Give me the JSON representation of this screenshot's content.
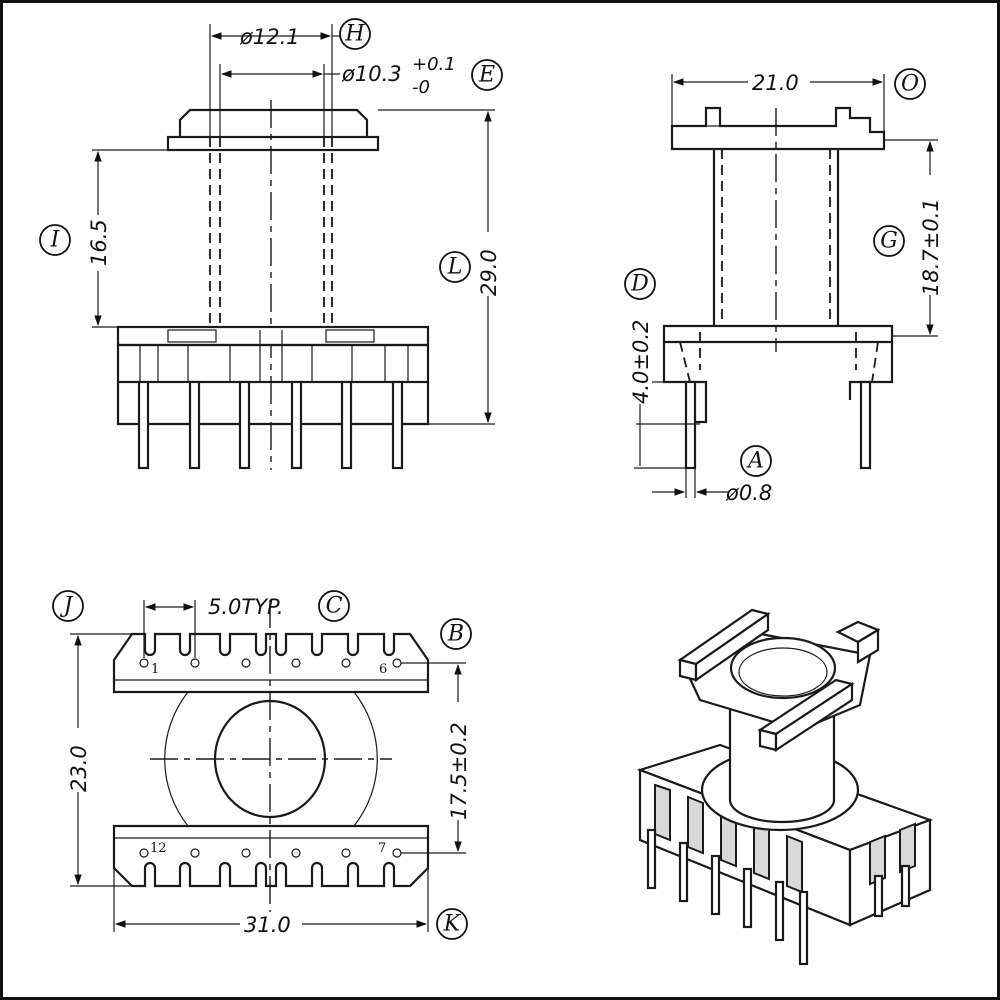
{
  "views": {
    "front": {
      "dims": {
        "flange_dia": "ø12.1",
        "bore_dia": "ø10.3",
        "bore_tol_plus": "+0.1",
        "bore_tol_minus": "-0",
        "winding_height": "16.5",
        "total_height": "29.0"
      },
      "labels": {
        "H": "H",
        "E": "E",
        "I": "I",
        "L": "L"
      }
    },
    "side": {
      "dims": {
        "width": "21.0",
        "bobbin_height": "18.7±0.1",
        "base_height": "4.0±0.2",
        "pin_dia": "ø0.8"
      },
      "labels": {
        "O": "O",
        "G": "G",
        "D": "D",
        "A": "A"
      }
    },
    "bottom": {
      "dims": {
        "pin_pitch": "5.0TYP.",
        "depth": "23.0",
        "row_spacing": "17.5±0.2",
        "length": "31.0"
      },
      "labels": {
        "J": "J",
        "C": "C",
        "B": "B",
        "K": "K"
      },
      "pin_numbers": {
        "p1": "1",
        "p6": "6",
        "p7": "7",
        "p12": "12"
      }
    },
    "isometric": {}
  }
}
